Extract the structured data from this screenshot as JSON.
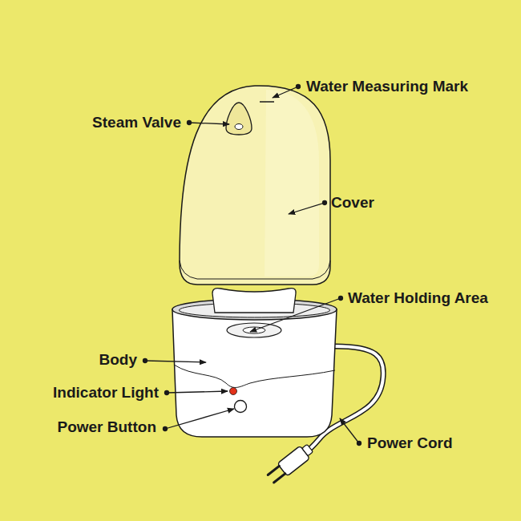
{
  "diagram": {
    "labels": [
      "Water Measuring Mark",
      "Steam Valve",
      "Cover",
      "Water Holding Area",
      "Body",
      "Indicator Light",
      "Power Button",
      "Power Cord"
    ]
  }
}
